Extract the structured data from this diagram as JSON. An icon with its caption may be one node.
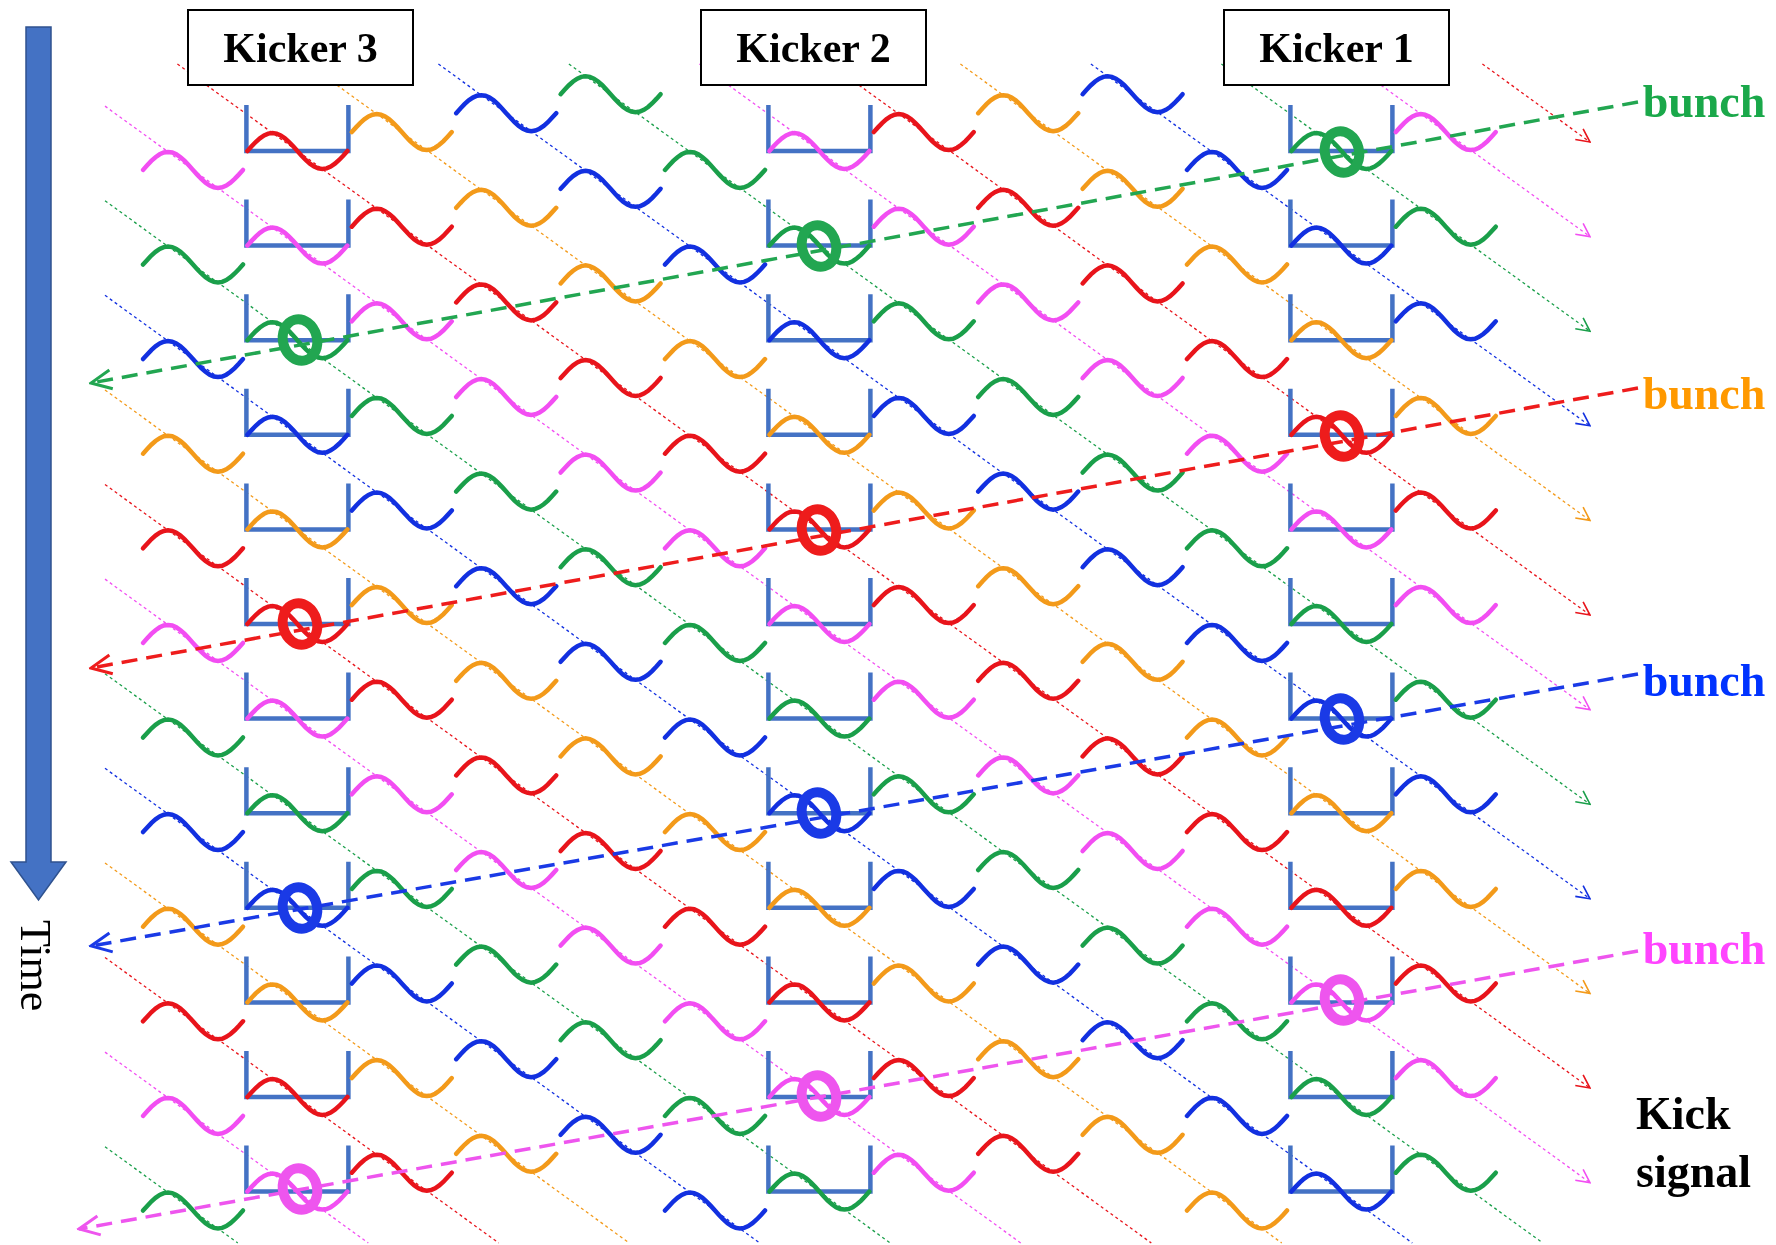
{
  "diagram": {
    "nodes": [
      {
        "text": [
          "Kicker 3"
        ]
      },
      {
        "text": [
          "Kicker 2"
        ]
      },
      {
        "text": [
          "Kicker 1"
        ]
      },
      {
        "text": [
          "bunch"
        ]
      },
      {
        "text": [
          "bunch"
        ]
      },
      {
        "text": [
          "bunch"
        ]
      },
      {
        "text": [
          "bunch"
        ]
      }
    ],
    "edges": [
      {
        "from": 3,
        "to": null,
        "arrow": "to",
        "style": "dashed",
        "color": "#22a651"
      },
      {
        "from": 4,
        "to": null,
        "arrow": "to",
        "style": "dashed",
        "color": "#ee1c1c"
      },
      {
        "from": 5,
        "to": null,
        "arrow": "to",
        "style": "dashed",
        "color": "#1a3ae6"
      },
      {
        "from": 6,
        "to": null,
        "arrow": "to",
        "style": "dashed",
        "color": "#ee55ee"
      }
    ],
    "labels": [
      "Kick signal",
      "Time"
    ]
  }
}
